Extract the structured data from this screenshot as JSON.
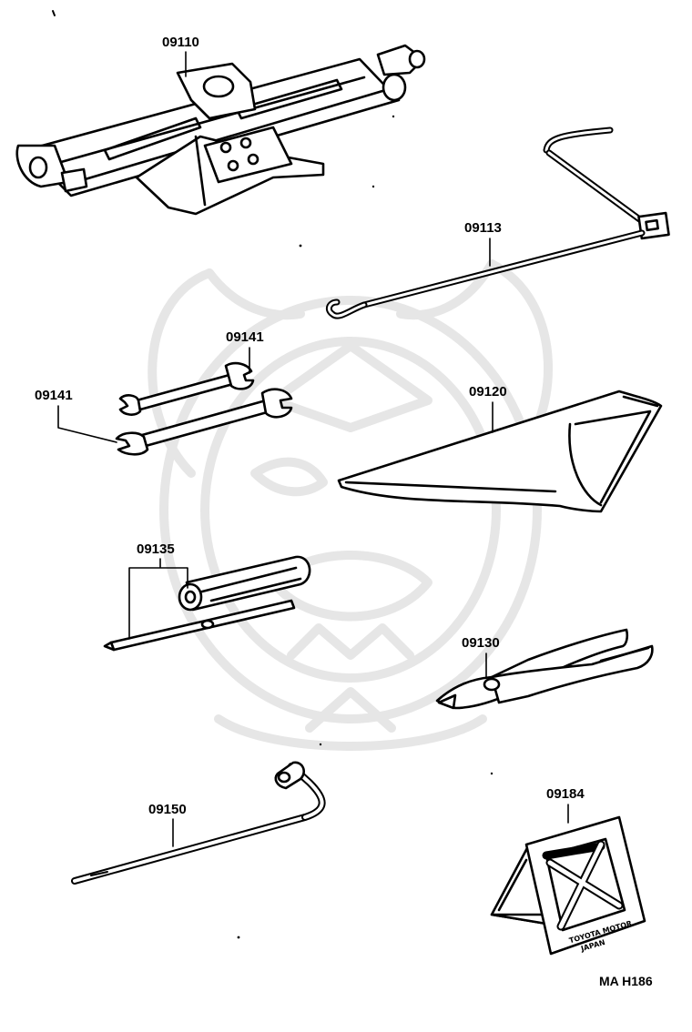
{
  "parts": {
    "jack": "09110",
    "jack_handle": "09113",
    "wrench_upper": "09141",
    "wrench_lower": "09141",
    "tool_bag": "09120",
    "screwdriver": "09135",
    "pliers": "09130",
    "lug_wrench": "09150",
    "wheel_chock": "09184"
  },
  "chock_stamp": {
    "line1": "TOYOTA MOTOR",
    "line2": "JAPAN"
  },
  "figure_ref": "MA H186",
  "colors": {
    "ink": "#000000",
    "watermark": "#e6e6e6",
    "background": "#ffffff"
  }
}
